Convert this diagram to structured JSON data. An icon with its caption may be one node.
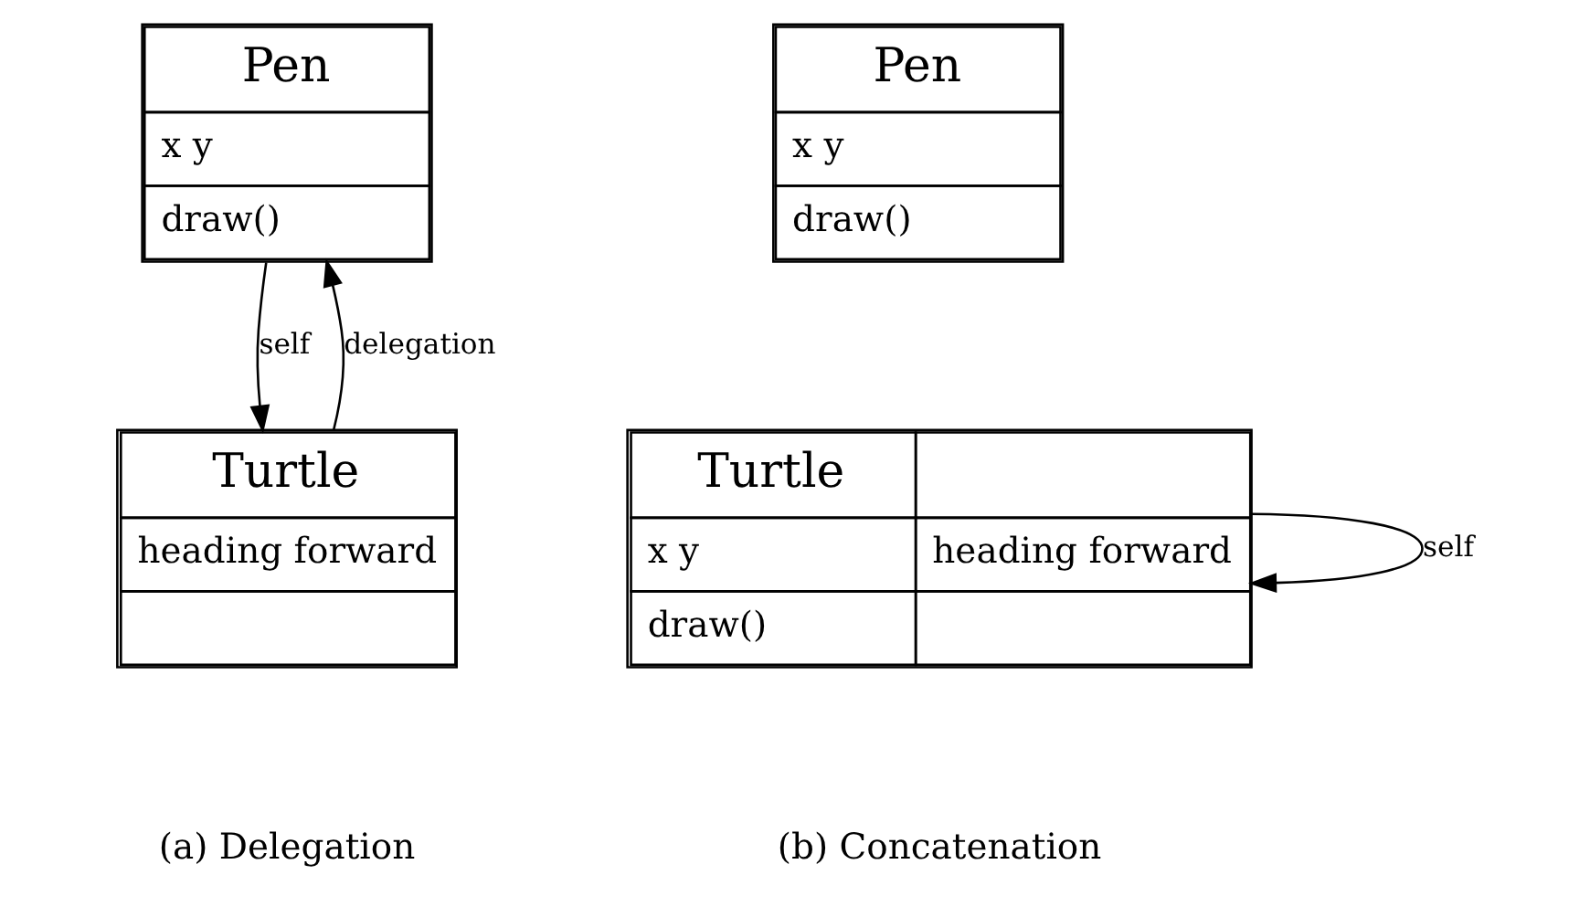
{
  "diagram": {
    "nodes": [
      {
        "text": [
          "Pen",
          "x y",
          "draw()"
        ]
      },
      {
        "text": [
          "Turtle",
          "heading forward"
        ]
      },
      {
        "text": [
          "Pen",
          "x y",
          "draw()"
        ]
      },
      {
        "text": [
          "Turtle",
          "x y",
          "heading forward",
          "draw()"
        ]
      }
    ],
    "edges": [
      {
        "from": 1,
        "to": 0,
        "arrow": "to",
        "label": "delegation"
      },
      {
        "from": 0,
        "to": 1,
        "arrow": "to",
        "label": "self"
      },
      {
        "from": 3,
        "to": 3,
        "arrow": "to",
        "label": "self"
      }
    ],
    "labels": [
      "(a) Delegation",
      "(b) Concatenation"
    ]
  }
}
